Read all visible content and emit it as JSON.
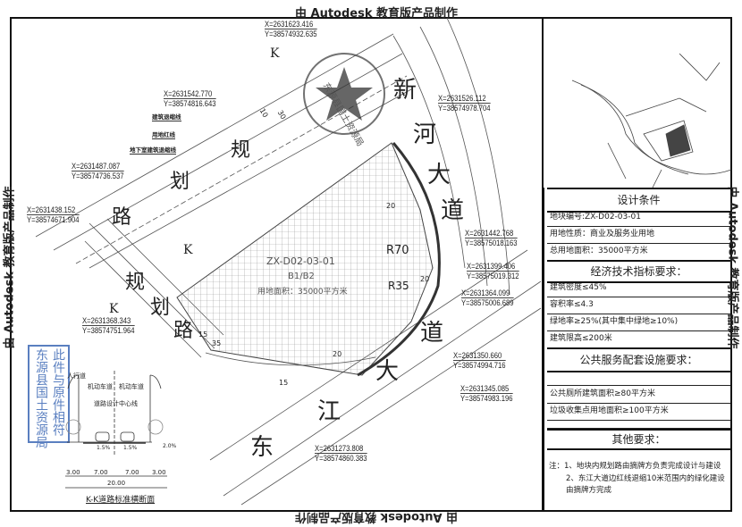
{
  "watermark": {
    "top": "由 Autodesk 教育版产品制作",
    "bottom": "由 Autodesk 教育版产品制作",
    "left": "由 Autodesk 教育版产品制作",
    "right": "由 Autodesk 教育版产品制作"
  },
  "roads": {
    "planned_upper": [
      "规",
      "划",
      "路"
    ],
    "planned_lower": [
      "规",
      "划",
      "路"
    ],
    "xinhe": [
      "新",
      "河",
      "大",
      "道"
    ],
    "dongjiang": [
      "东",
      "江",
      "大",
      "道"
    ]
  },
  "section_marks": {
    "k1": "K",
    "k2": "K",
    "k3": "K"
  },
  "parcel": {
    "code": "ZX-D02-03-01",
    "type": "B1/B2",
    "area_label": "用地面积：35000平方米"
  },
  "dims": {
    "d1": "10",
    "d2": "30",
    "d3": "20",
    "d4": "R70",
    "d5": "20",
    "d6": "R35",
    "d7": "20",
    "d8": "15",
    "d9": "35",
    "d10": "15"
  },
  "legend": {
    "building_setback": "建筑退缩线",
    "land_red_line": "用地红线",
    "underground_setback": "地下室建筑退缩线"
  },
  "coordinates": [
    {
      "x": "X=2631623.416",
      "y": "Y=38574932.635"
    },
    {
      "x": "X=2631542.770",
      "y": "Y=38574816.643"
    },
    {
      "x": "X=2631526.112",
      "y": "Y=38574978.704"
    },
    {
      "x": "X=2631487.087",
      "y": "Y=38574736.537"
    },
    {
      "x": "X=2631438.152",
      "y": "Y=38574671.904"
    },
    {
      "x": "X=2631442.768",
      "y": "Y=38575018.163"
    },
    {
      "x": "X=2631399.406",
      "y": "Y=38575019.312"
    },
    {
      "x": "X=2631364.099",
      "y": "Y=38575006.689"
    },
    {
      "x": "X=2631368.343",
      "y": "Y=38574751.964"
    },
    {
      "x": "X=2631350.660",
      "y": "Y=38574994.716"
    },
    {
      "x": "X=2631345.085",
      "y": "Y=38574983.196"
    },
    {
      "x": "X=2631273.808",
      "y": "Y=38574860.383"
    }
  ],
  "cross_section": {
    "sidewalk": "人行道",
    "lane_left": "机动车道",
    "lane_right": "机动车道",
    "centerline": "道路设计中心线",
    "slope_left": "1.5%",
    "slope_right": "1.5%",
    "slope_side": "2.0%",
    "widths": [
      "3.00",
      "7.00",
      "7.00",
      "3.00"
    ],
    "total": "20.00",
    "title": "K-K道路标准横断面"
  },
  "stamp_blue": {
    "line1": "此件与原件相符",
    "line2": "东源县国土资源局"
  },
  "stamp_red": "东源县国土资源局",
  "panel": {
    "design_title": "设计条件",
    "block_no": "地块编号:ZX-D02-03-01",
    "land_use": "用地性质：商业及服务业用地",
    "total_area": "总用地面积：35000平方米",
    "econ_title": "经济技术指标要求：",
    "density": "建筑密度≤45%",
    "far": "容积率≤4.3",
    "green": "绿地率≥25%(其中集中绿地≥10%)",
    "height": "建筑限高≤200米",
    "public_title": "公共服务配套设施要求：",
    "toilet": "公共厕所建筑面积≥80平方米",
    "garbage": "垃圾收集点用地面积≥100平方米",
    "other_title": "其他要求：",
    "note1": "注：1、地块内规划路由摘牌方负责完成设计与建设",
    "note2": "2、东江大道边红线退缩10米范围内的绿化建设由摘牌方完成"
  },
  "colors": {
    "ink": "#222222",
    "stamp_blue": "#5a7fc0",
    "stamp_red": "#555555",
    "hatch": "#9a9a9a"
  }
}
